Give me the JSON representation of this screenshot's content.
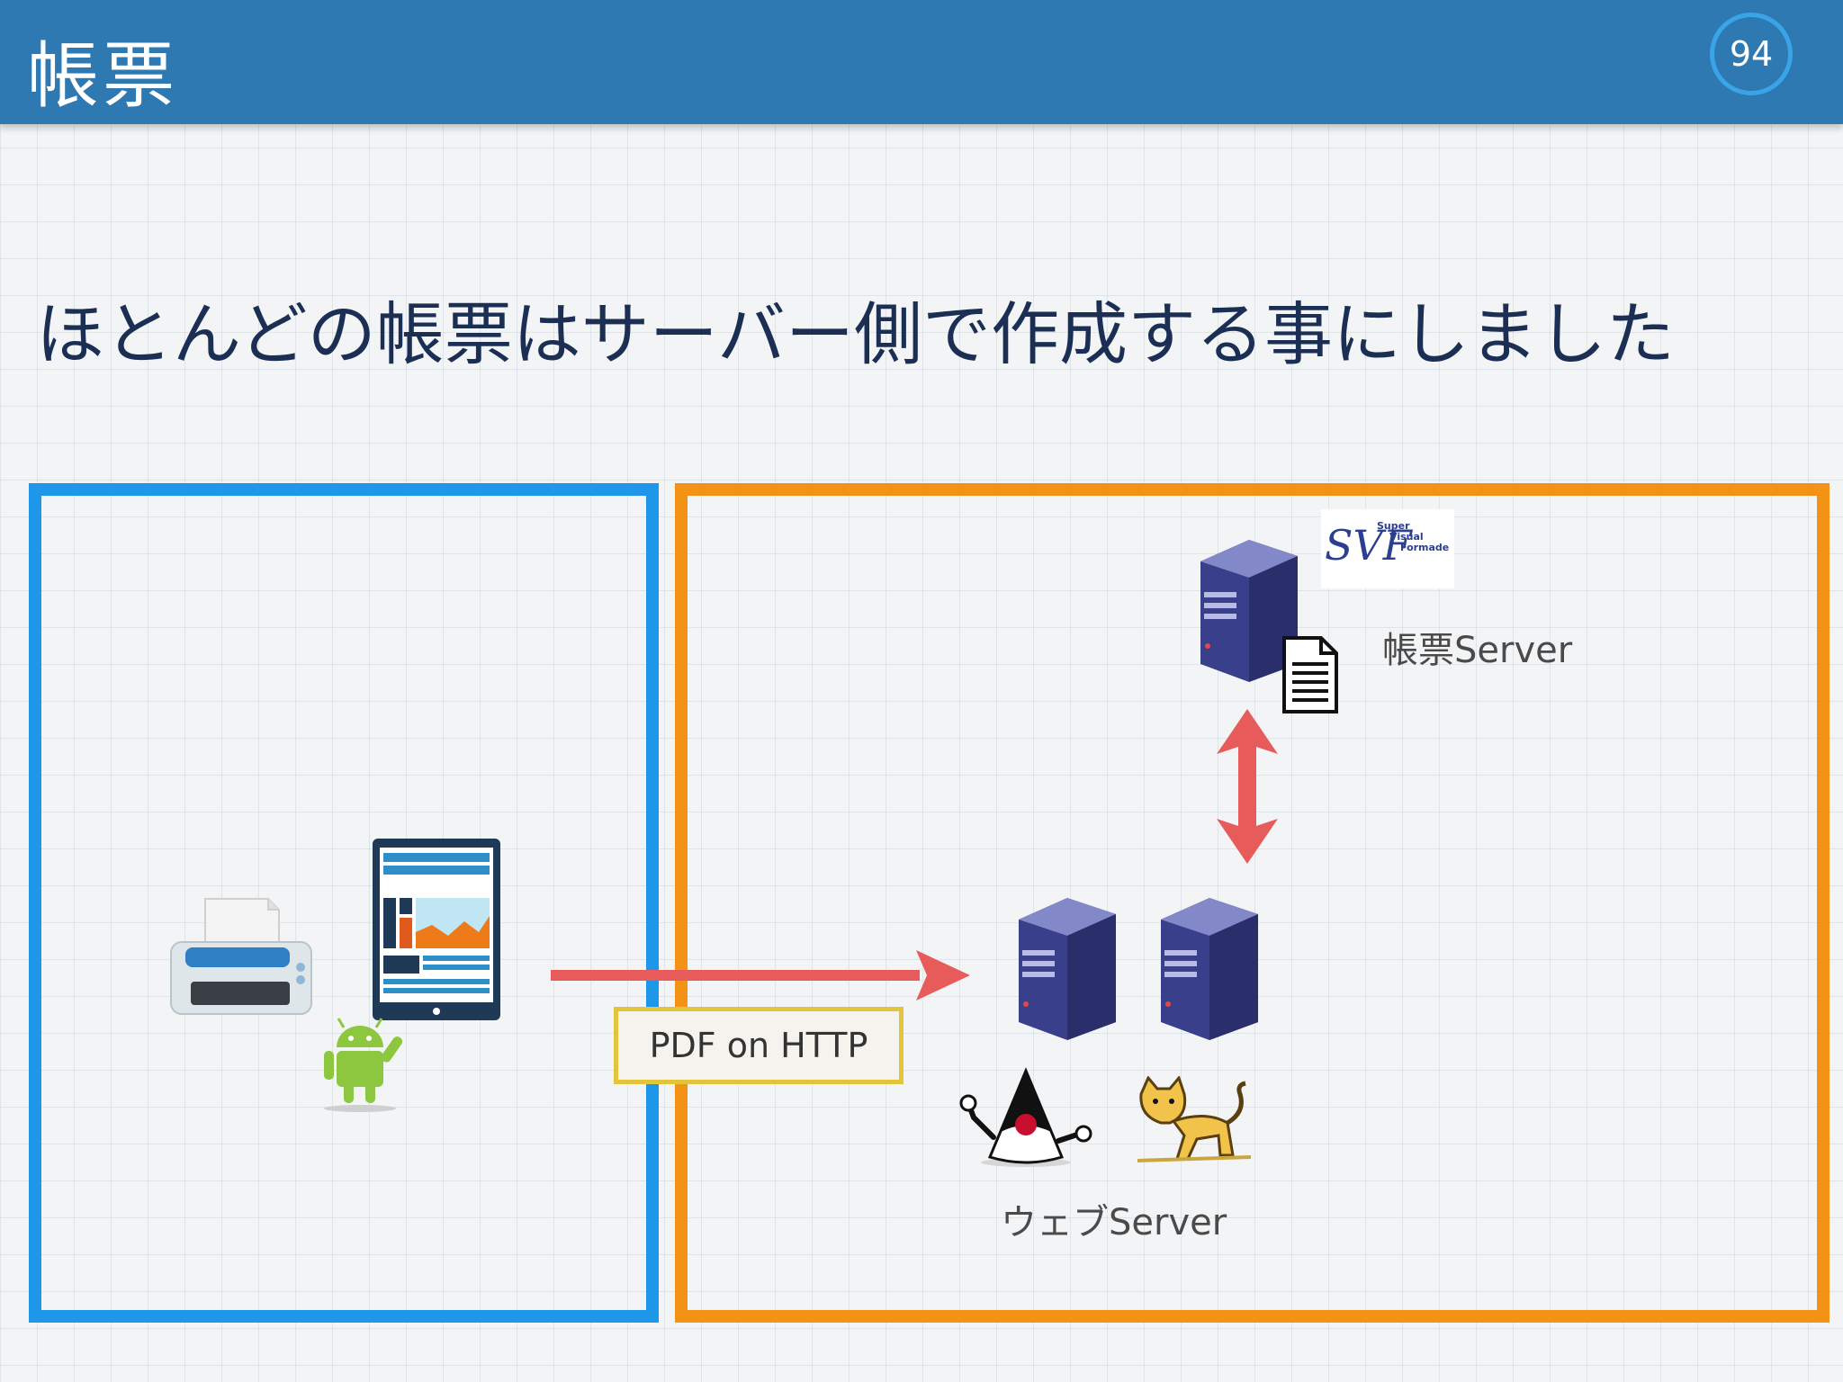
{
  "header": {
    "title": "帳票",
    "page_number": "94"
  },
  "subtitle": "ほとんどの帳票はサーバー側で作成する事にしました",
  "diagram": {
    "connection_label": "PDF on HTTP",
    "report_server_label": "帳票Server",
    "web_server_label": "ウェブServer",
    "svf_logo": {
      "letters": "SVF",
      "line1": "Super",
      "line2": "Visual",
      "line3": "Formade"
    }
  },
  "colors": {
    "header_bg": "#2e79b1",
    "client_frame": "#1e97ea",
    "server_frame": "#f39214",
    "arrow": "#e85b5b",
    "label_border": "#e3c53a"
  },
  "icons": [
    "printer-icon",
    "tablet-icon",
    "android-icon",
    "server-icon",
    "document-icon",
    "duke-icon",
    "tomcat-icon"
  ]
}
